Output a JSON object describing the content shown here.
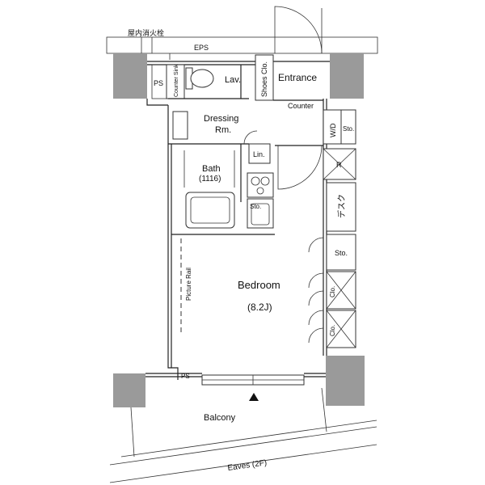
{
  "labels": {
    "hydrant": "屋内消火栓",
    "eps": "EPS",
    "ps_top": "PS",
    "counter_sink": "Counter Sink",
    "lav": "Lav.",
    "shoes_clo": "Shoes Clo.",
    "entrance": "Entrance",
    "counter": "Counter",
    "dressing": "Dressing",
    "dressing_rm": "Rm.",
    "wd": "W/D",
    "sto_upper": "Sto.",
    "lin": "Lin.",
    "refrigerator": "R",
    "bath": "Bath",
    "bath_size": "(1116)",
    "desk": "デスク",
    "sto_kitchen": "Sto.",
    "sto_mid": "Sto.",
    "picture_rail": "Picture Rail",
    "bedroom": "Bedroom",
    "bedroom_size": "(8.2J)",
    "clo_upper": "Clo.",
    "clo_lower": "Clo.",
    "ps_bottom": "PS",
    "balcony": "Balcony",
    "eaves": "Eaves (2F)"
  }
}
